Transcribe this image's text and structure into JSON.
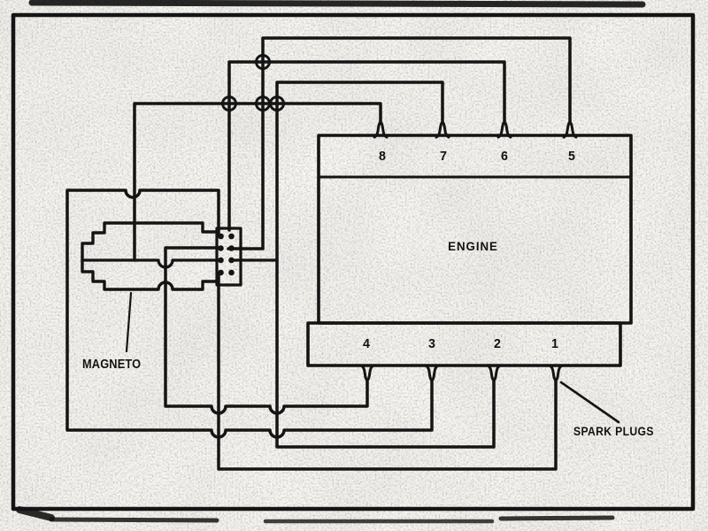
{
  "labels": {
    "magneto": "MAGNETO",
    "engine": "ENGINE",
    "spark_plugs": "SPARK PLUGS"
  },
  "engine": {
    "top_plug_numbers": [
      "8",
      "7",
      "6",
      "5"
    ],
    "bottom_plug_numbers": [
      "4",
      "3",
      "2",
      "1"
    ]
  },
  "colors": {
    "ink": "#1a1a1a",
    "paper": "#f6f4f0"
  }
}
